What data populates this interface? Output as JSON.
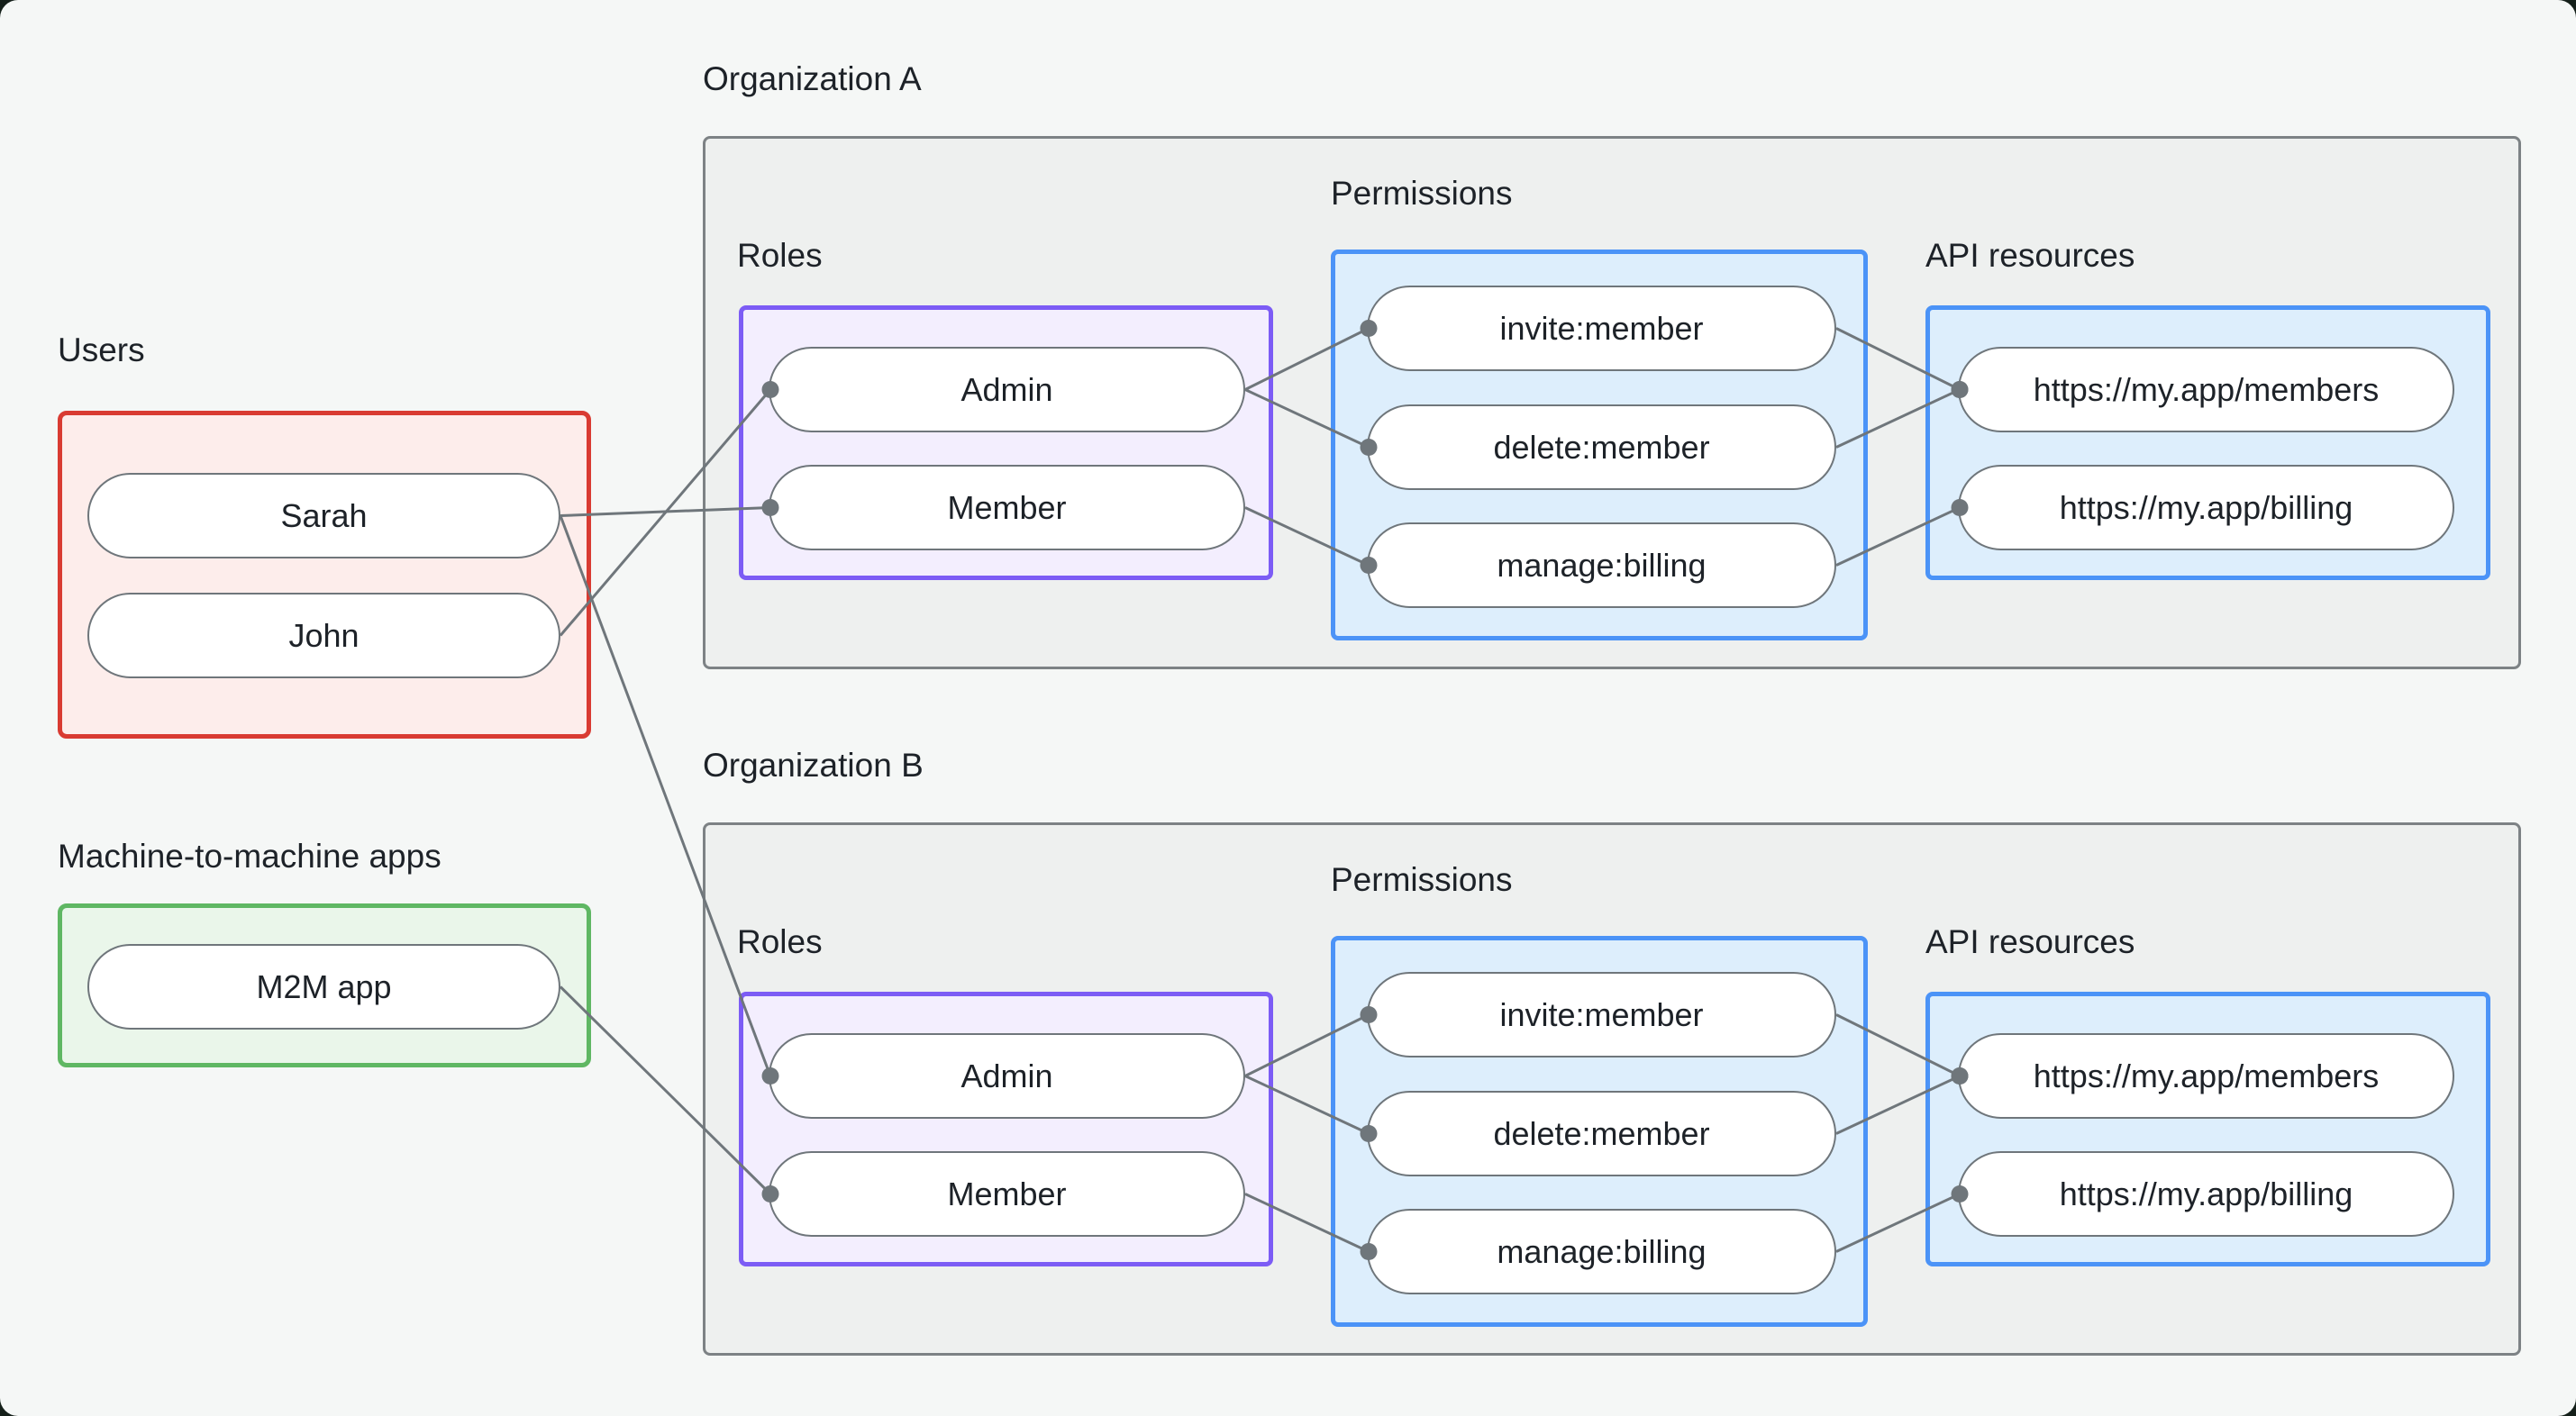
{
  "colors": {
    "page_bg": "#f5f7f6",
    "outer_bg": "#15201a",
    "org_fill": "#eef0ef",
    "org_border": "#7d8285",
    "users_border": "#d93b32",
    "users_fill": "#fdedeb",
    "m2m_border": "#5fb763",
    "m2m_fill": "#eaf6ea",
    "roles_border": "#7c5cf5",
    "roles_fill": "#f3eefe",
    "blue_border": "#4b93f7",
    "blue_fill": "#ddeefc",
    "pill_border": "#6f767b",
    "pill_fill": "#ffffff",
    "line": "#6f767b",
    "text": "#1d2228"
  },
  "users": {
    "label": "Users",
    "items": {
      "sarah": "Sarah",
      "john": "John"
    }
  },
  "m2m": {
    "label": "Machine-to-machine apps",
    "items": {
      "m2m_app": "M2M app"
    }
  },
  "org_a": {
    "label": "Organization A",
    "roles": {
      "label": "Roles",
      "admin": "Admin",
      "member": "Member"
    },
    "permissions": {
      "label": "Permissions",
      "invite": "invite:member",
      "delete": "delete:member",
      "manage": "manage:billing"
    },
    "api": {
      "label": "API resources",
      "members": "https://my.app/members",
      "billing": "https://my.app/billing"
    }
  },
  "org_b": {
    "label": "Organization B",
    "roles": {
      "label": "Roles",
      "admin": "Admin",
      "member": "Member"
    },
    "permissions": {
      "label": "Permissions",
      "invite": "invite:member",
      "delete": "delete:member",
      "manage": "manage:billing"
    },
    "api": {
      "label": "API resources",
      "members": "https://my.app/members",
      "billing": "https://my.app/billing"
    }
  },
  "edges": [
    {
      "from": "sarah",
      "to": "member_a"
    },
    {
      "from": "john",
      "to": "admin_a"
    },
    {
      "from": "sarah",
      "to": "admin_b"
    },
    {
      "from": "m2m_app",
      "to": "member_b"
    },
    {
      "from": "admin_a",
      "to": "invite_a"
    },
    {
      "from": "admin_a",
      "to": "delete_a"
    },
    {
      "from": "member_a",
      "to": "manage_a"
    },
    {
      "from": "invite_a",
      "to": "members_a"
    },
    {
      "from": "delete_a",
      "to": "members_a"
    },
    {
      "from": "manage_a",
      "to": "billing_a"
    },
    {
      "from": "admin_b",
      "to": "invite_b"
    },
    {
      "from": "admin_b",
      "to": "delete_b"
    },
    {
      "from": "member_b",
      "to": "manage_b"
    },
    {
      "from": "invite_b",
      "to": "members_b"
    },
    {
      "from": "delete_b",
      "to": "members_b"
    },
    {
      "from": "manage_b",
      "to": "billing_b"
    }
  ]
}
